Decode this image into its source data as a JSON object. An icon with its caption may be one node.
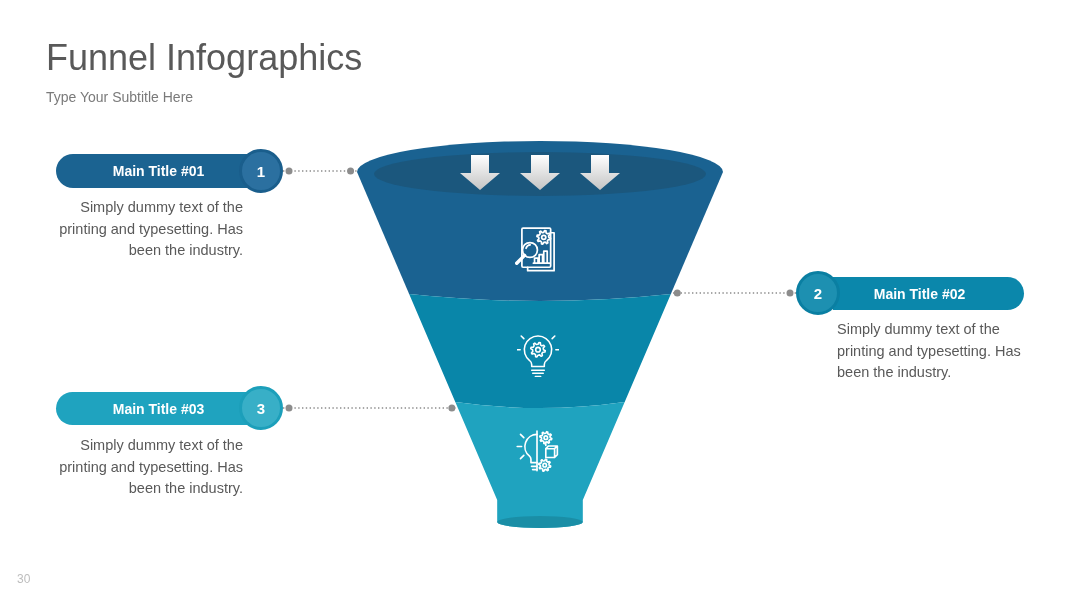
{
  "diagram": {
    "title": "Funnel Infographics",
    "nodes": [
      {
        "text": [
          "Main Title #01"
        ],
        "beside": [
          "Simply dummy text of the printing and typesetting. Has been the industry."
        ]
      },
      {
        "text": [
          "1"
        ]
      },
      {
        "text": [],
        "shape": "trapezoid"
      },
      {
        "text": [
          "2"
        ]
      },
      {
        "text": [
          "Main Title #02"
        ],
        "beside": [
          "Simply dummy text of the printing and typesetting. Has been the industry."
        ]
      },
      {
        "text": [],
        "shape": "trapezoid"
      },
      {
        "text": [
          "Main Title #03"
        ],
        "beside": [
          "Simply dummy text of the printing and typesetting. Has been the industry."
        ]
      },
      {
        "text": [
          "3"
        ]
      },
      {
        "text": [],
        "shape": "trapezoid"
      }
    ],
    "edges": [
      {
        "from": 1,
        "to": 2,
        "arrow": "other",
        "style": "dashed"
      },
      {
        "from": 3,
        "to": 5,
        "arrow": "other",
        "style": "dashed"
      },
      {
        "from": 7,
        "to": 8,
        "arrow": "other",
        "style": "dashed"
      }
    ],
    "labels": [
      "Type Your Subtitle Here",
      "30"
    ]
  }
}
